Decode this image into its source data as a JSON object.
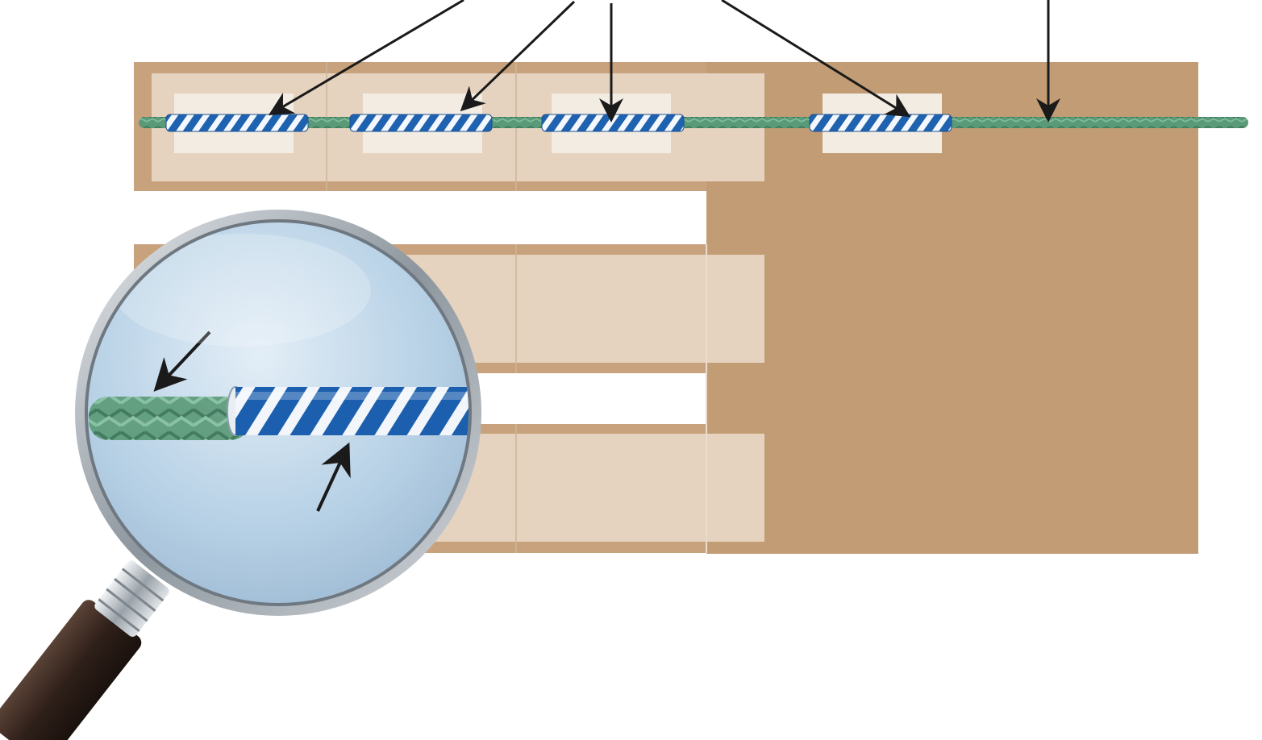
{
  "diagram": {
    "labels": [],
    "palette": {
      "background": "#ffffff",
      "kraft": "#c29c75",
      "kraft_dark": "#b38a62",
      "paper": "#e8d6c3",
      "paper_light": "#efe3d6",
      "tape": "#f3ece2",
      "rope": "#5a9a78",
      "rope_dark": "#3f7a5c",
      "tube_blue": "#1e62b0",
      "tube_white": "#f4f8fd",
      "arrow": "#1a1a1a",
      "lens": "#b9d2e6",
      "lens_rim": "#9aa3ab",
      "handle": "#3b2a22"
    },
    "sleeves_on_rope": 4,
    "arrows_to_sleeves": 4,
    "arrows_to_rope": 1,
    "magnifier": {
      "shows": [
        "braided-rope",
        "striped-sleeve"
      ],
      "arrows": 2
    }
  }
}
